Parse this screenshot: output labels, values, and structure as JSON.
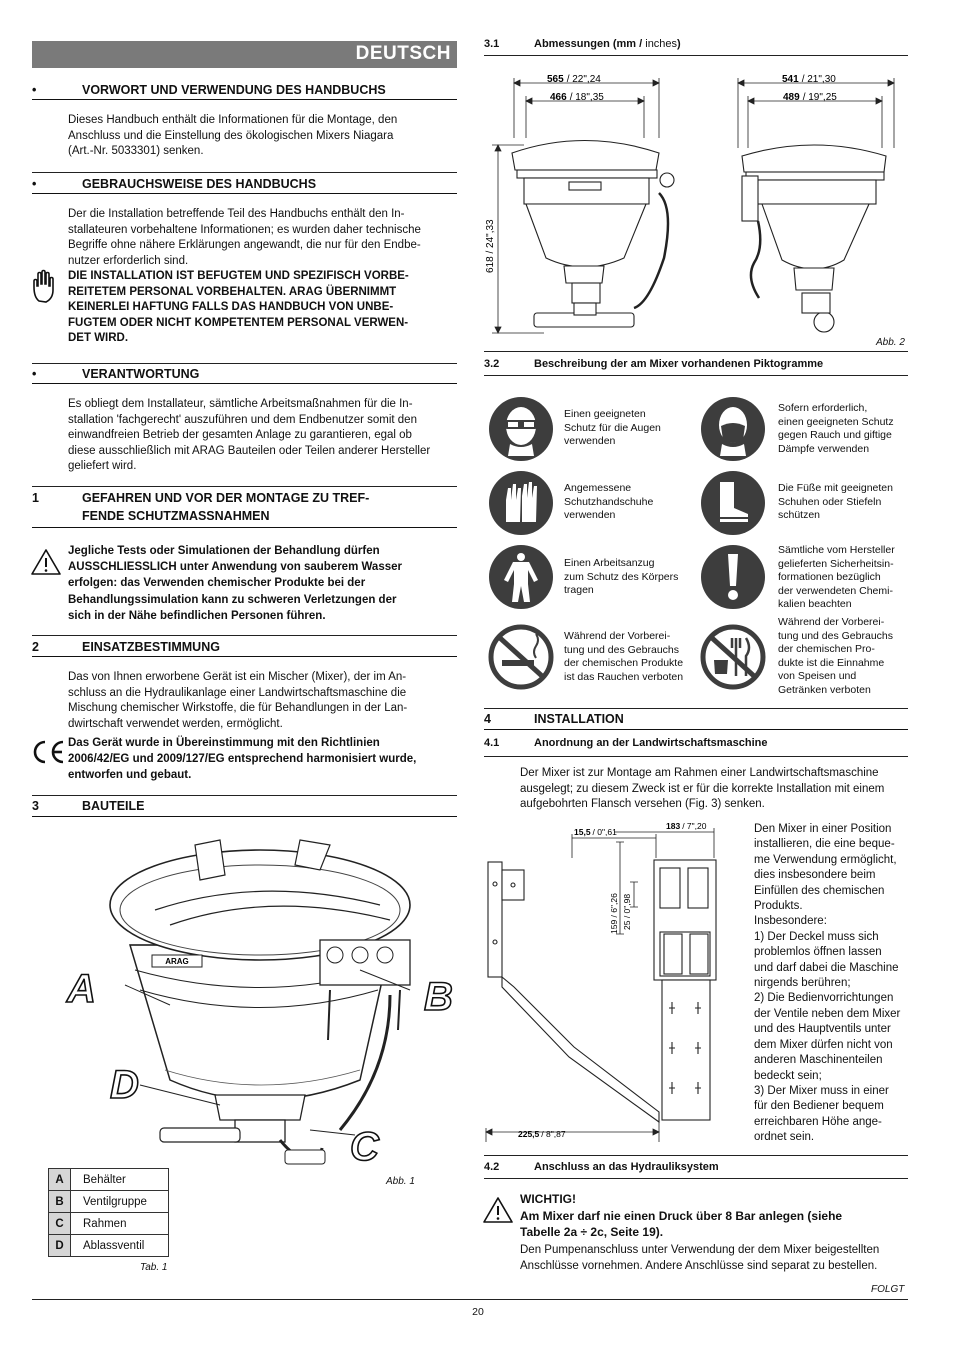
{
  "header": {
    "language": "DEUTSCH"
  },
  "left": {
    "s_vorwort": {
      "bullet": "•",
      "title": "VORWORT UND VERWENDUNG DES HANDBUCHS",
      "lines": [
        "Dieses Handbuch enthält die Informationen für die Montage, den",
        "Anschluss und die Einstellung des ökologischen Mixers Niagara",
        "(Art.-Nr. 5033301) senken."
      ]
    },
    "s_gebrauch": {
      "bullet": "•",
      "title": "GEBRAUCHSWEISE DES HANDBUCHS",
      "lines": [
        "Der die Installation betreffende Teil des Handbuchs enthält den In-",
        "stallateuren vorbehaltene Informationen; es wurden daher technische",
        "Begriffe ohne nähere Erklärungen angewandt, die nur für den Endbe-",
        "nutzer erforderlich sind."
      ],
      "warn_lines": [
        "DIE INSTALLATION IST BEFUGTEM UND SPEZIFISCH VORBE-",
        "REITETEM PERSONAL VORBEHALTEN. ARAG ÜBERNIMMT",
        "KEINERLEI HAFTUNG FALLS DAS HANDBUCH VON UNBE-",
        "FUGTEM ODER NICHT KOMPETENTEM PERSONAL VERWEN-",
        "DET WIRD."
      ]
    },
    "s_verantwortung": {
      "bullet": "•",
      "title": "VERANTWORTUNG",
      "lines": [
        "Es obliegt dem Installateur, sämtliche Arbeitsmaßnahmen für die In-",
        "stallation 'fachgerecht' auszuführen und dem Endbenutzer somit den",
        "einwandfreien Betrieb der gesamten Anlage zu garantieren, egal ob",
        "diese ausschließlich mit ARAG Bauteilen oder Teilen anderer Hersteller",
        "geliefert wird."
      ]
    },
    "s1": {
      "num": "1",
      "title_lines": [
        "GEFAHREN UND VOR DER MONTAGE ZU TREF-",
        "FENDE SCHUTZMASSNAHMEN"
      ],
      "warn_lines": [
        "Jegliche Tests oder Simulationen der Behandlung dürfen",
        "AUSSCHLIESSLICH unter Anwendung von sauberem Wasser",
        "erfolgen: das Verwenden chemischer Produkte bei der",
        "Behandlungssimulation kann zu schweren Verletzungen der",
        "sich in der Nähe befindlichen Personen führen."
      ]
    },
    "s2": {
      "num": "2",
      "title": "EINSATZBESTIMMUNG",
      "lines": [
        "Das von Ihnen erworbene Gerät ist ein Mischer (Mixer), der im An-",
        "schluss an die Hydraulikanlage einer Landwirtschaftsmaschine die",
        "Mischung chemischer Wirkstoffe, die für Behandlungen in der Lan-",
        "dwirtschaft verwendet werden, ermöglicht."
      ],
      "ce_lines": [
        "Das Gerät wurde in Übereinstimmung mit den Richtlinien",
        "2006/42/EG und 2009/127/EG entsprechend harmonisiert wurde,",
        "entworfen und gebaut."
      ]
    },
    "s3": {
      "num": "3",
      "title": "BAUTEILE"
    },
    "fig1": {
      "letters": [
        "A",
        "B",
        "C",
        "D"
      ],
      "brand": "ARAG",
      "caption": "Abb. 1"
    },
    "parts": [
      {
        "k": "A",
        "v": "Behälter"
      },
      {
        "k": "B",
        "v": "Ventilgruppe"
      },
      {
        "k": "C",
        "v": "Rahmen"
      },
      {
        "k": "D",
        "v": "Ablassventil"
      }
    ],
    "tab_caption": "Tab. 1"
  },
  "right": {
    "s31": {
      "num": "3.1",
      "title_bold": "Abmessungen (mm / ",
      "title_unit": "inches",
      "title_close": ")"
    },
    "dims": {
      "d1b": "565",
      "d1s": "/ 22\",24",
      "d2b": "466",
      "d2s": "/ 18\",35",
      "d3b": "541",
      "d3s": "/ 21\",30",
      "d4b": "489",
      "d4s": "/ 19\",25",
      "height": "618 / 24\",33"
    },
    "fig2_caption": "Abb. 2",
    "s32": {
      "num": "3.2",
      "title": "Beschreibung der am Mixer vorhandenen Piktogramme"
    },
    "pictos": [
      {
        "icon": "goggles-icon",
        "lines": [
          "Einen geeigneten",
          "Schutz für die Augen",
          "verwenden"
        ]
      },
      {
        "icon": "mask-icon",
        "lines": [
          "Sofern erforderlich,",
          "einen geeigneten Schutz",
          "gegen Rauch und giftige",
          "Dämpfe verwenden"
        ]
      },
      {
        "icon": "gloves-icon",
        "lines": [
          "Angemessene",
          "Schutzhandschuhe",
          "verwenden"
        ]
      },
      {
        "icon": "boots-icon",
        "lines": [
          "Die Füße mit geeigneten",
          "Schuhen oder Stiefeln",
          "schützen"
        ]
      },
      {
        "icon": "suit-icon",
        "lines": [
          "Einen Arbeitsanzug",
          "zum Schutz des Körpers",
          "tragen"
        ]
      },
      {
        "icon": "info-icon",
        "lines": [
          "Sämtliche vom Hersteller",
          "gelieferten Sicherheitsin-",
          "formationen bezüglich",
          "der verwendeten Chemi-",
          "kalien beachten"
        ]
      },
      {
        "icon": "no-smoking-icon",
        "lines": [
          "Während der Vorberei-",
          "tung und des Gebrauchs",
          "der chemischen Produkte",
          "ist das Rauchen verboten"
        ]
      },
      {
        "icon": "no-eating-icon",
        "lines": [
          "Während der Vorberei-",
          "tung und des Gebrauchs",
          "der chemischen Pro-",
          "dukte ist die Einnahme",
          "von Speisen und",
          "Getränken verboten"
        ]
      }
    ],
    "s4": {
      "num": "4",
      "title": "INSTALLATION"
    },
    "s41": {
      "num": "4.1",
      "title": "Anordnung an der Landwirtschaftsmaschine",
      "lines": [
        "Der Mixer ist zur Montage am Rahmen einer Landwirtschaftsmaschine",
        "ausgelegt; zu diesem Zweck ist er für die korrekte Installation mit einem",
        "aufgebohrten Flansch versehen (Fig. 3) senken."
      ]
    },
    "fig3": {
      "d1b": "15,5",
      "d1s": "/ 0\",61",
      "d2b": "183",
      "d2s": "/ 7\",20",
      "d3": "159 / 6\",26",
      "d4": "25 / 0\",98",
      "d5b": "225,5",
      "d5s": "/ 8\",87"
    },
    "s41_side": [
      "Den Mixer in einer Position",
      "installieren, die eine beque-",
      "me Verwendung ermöglicht,",
      "dies insbesondere beim",
      "Einfüllen des chemischen",
      "Produkts.",
      "Insbesondere:",
      "1) Der Deckel muss sich",
      "problemlos öffnen lassen",
      "und darf dabei die Maschine",
      "nirgends berühren;",
      "2) Die Bedienvorrichtungen",
      "der Ventile neben dem Mixer",
      "und des Hauptventils unter",
      "dem Mixer dürfen nicht von",
      "anderen Maschinenteilen",
      "bedeckt sein;",
      "3) Der Mixer muss in einer",
      "für den Bediener bequem",
      "erreichbaren Höhe ange-",
      "ordnet sein."
    ],
    "s42": {
      "num": "4.2",
      "title": "Anschluss an das Hydrauliksystem",
      "warn_lines": [
        "WICHTIG!",
        "Am Mixer darf nie einen Druck über 8 Bar anlegen (siehe",
        "Tabelle 2a ÷ 2c, Seite 19)."
      ],
      "lines": [
        "Den Pumpenanschluss unter Verwendung der dem Mixer beigestellten",
        "Anschlüsse vornehmen. Andere Anschlüsse sind separat zu bestellen."
      ]
    }
  },
  "footer": {
    "folgt": "FOLGT",
    "page": "20"
  }
}
